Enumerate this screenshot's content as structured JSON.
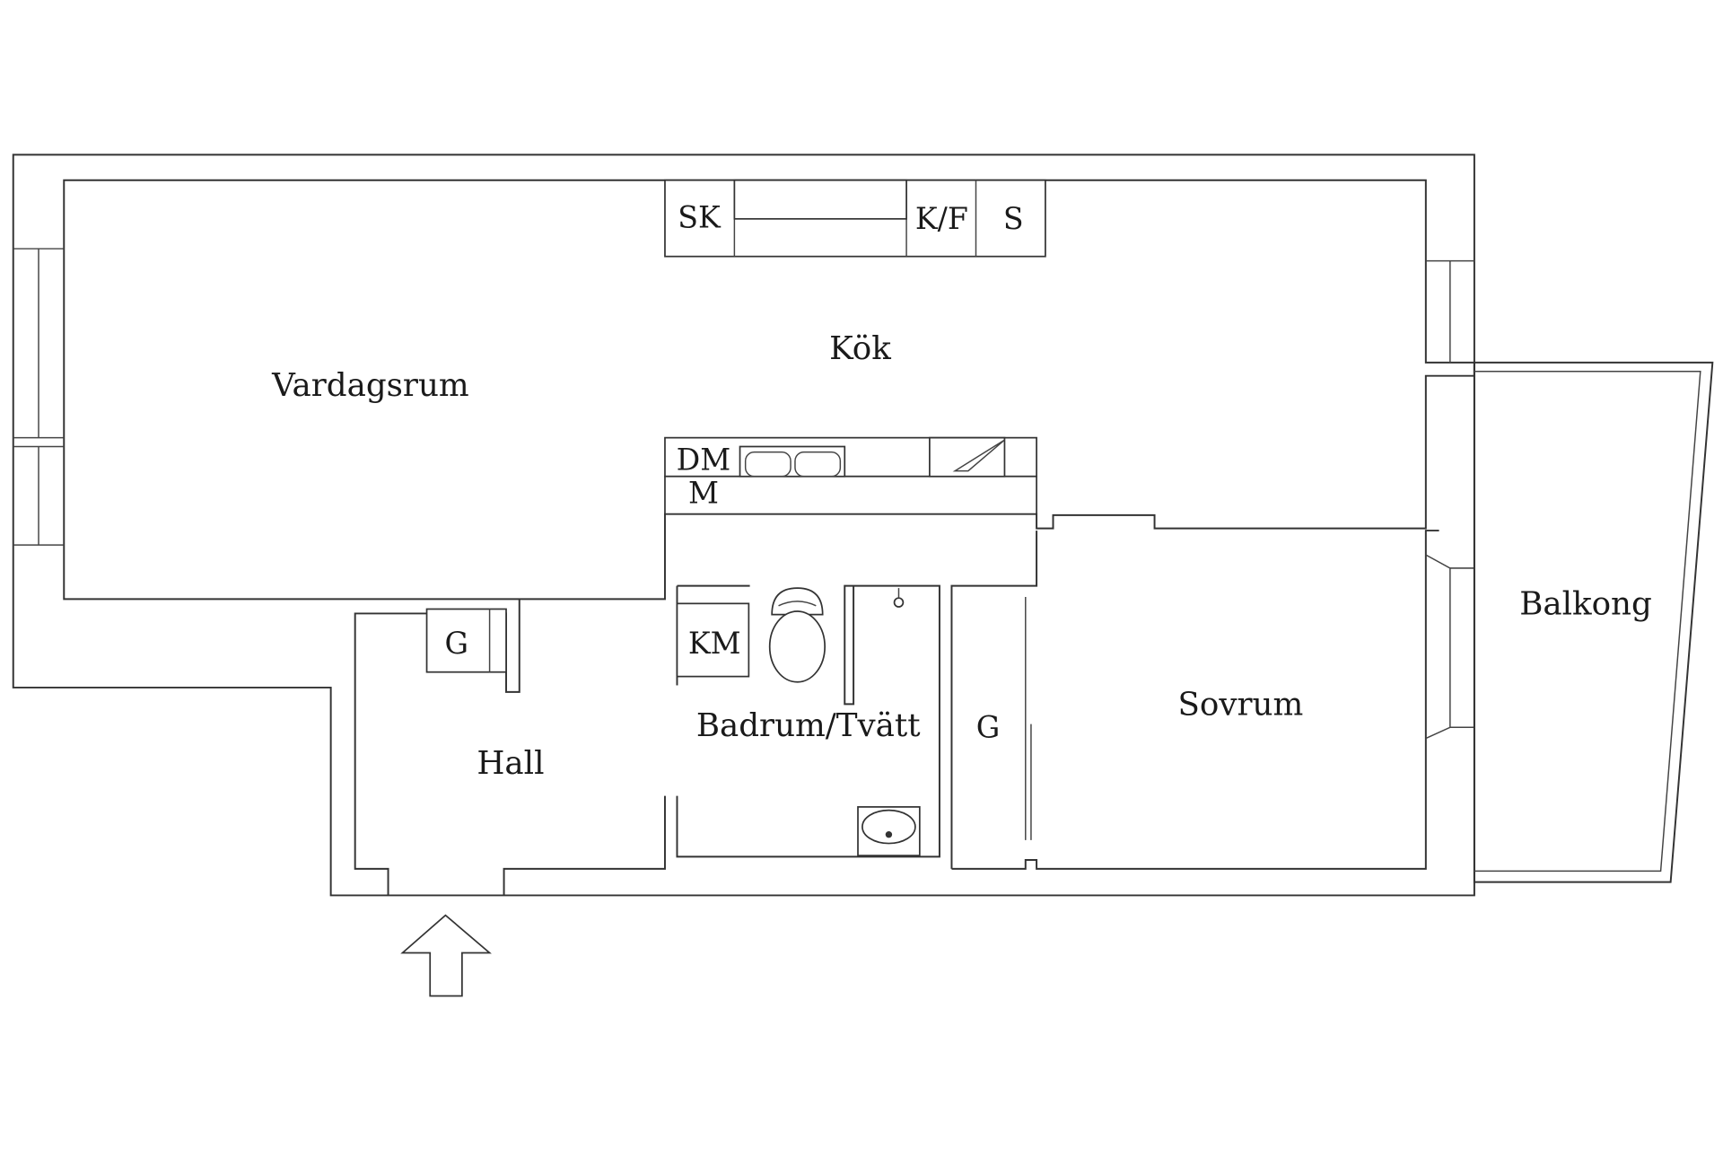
{
  "rooms": {
    "vardagsrum": "Vardagsrum",
    "kok": "Kök",
    "hall": "Hall",
    "badrum": "Badrum/Tvätt",
    "sovrum": "Sovrum",
    "balkong": "Balkong"
  },
  "fixtures": {
    "sk": "SK",
    "kf": "K/F",
    "s": "S",
    "dm": "DM",
    "m": "M",
    "km": "KM",
    "g_hall": "G",
    "g_closet": "G"
  }
}
